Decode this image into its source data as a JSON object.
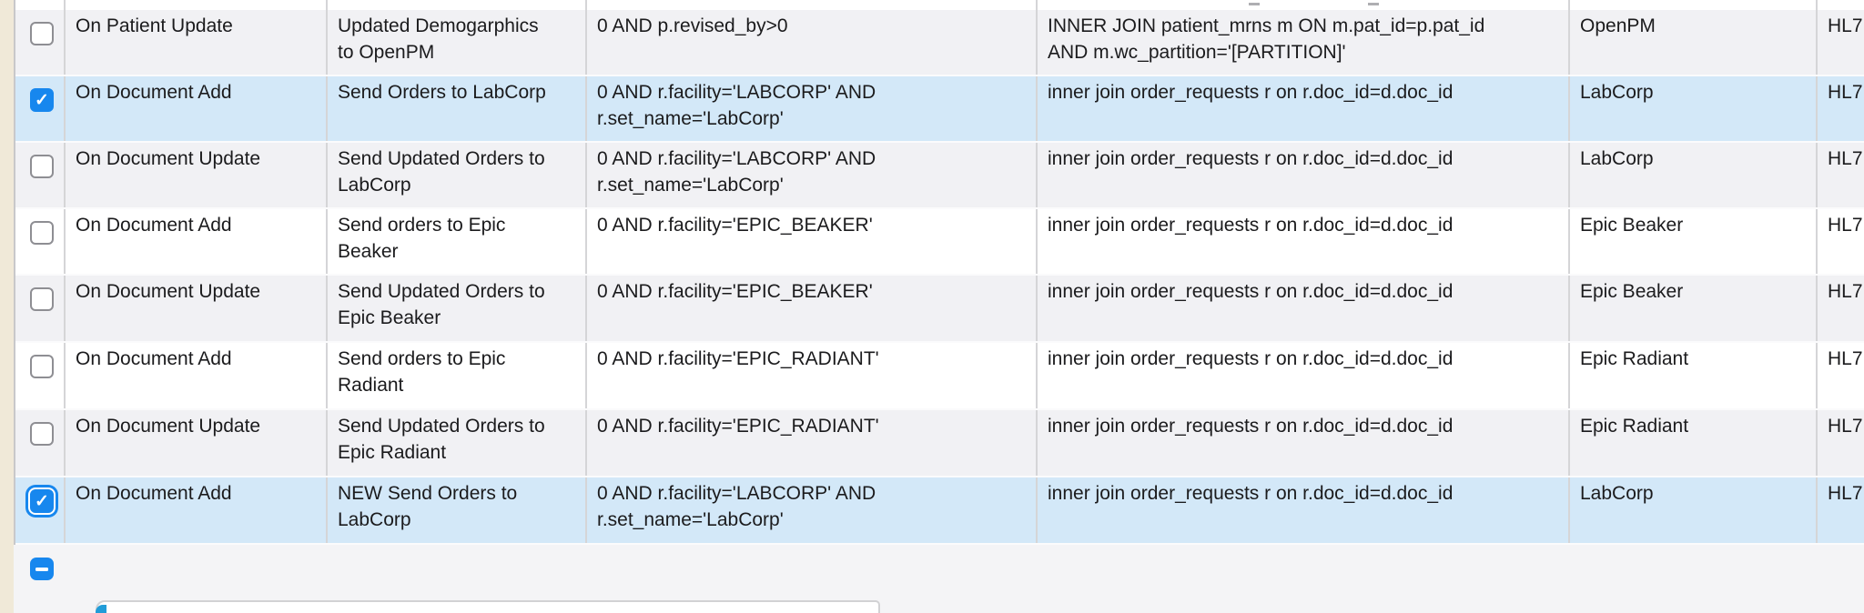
{
  "page": {
    "background": "#f4f4f6",
    "left_margin_color": "#f0e9d8"
  },
  "colors": {
    "row_gray": "#f1f1f4",
    "row_white": "#ffffff",
    "row_selected": "#d3e8f8",
    "checkbox_blue": "#1787ee",
    "panel_accent_blue": "#219cd8",
    "grid_line": "#d5d5d7",
    "text": "#1b1b1d"
  },
  "icons": {
    "checkbox_checked": "checkmark-icon",
    "checkmark_glyph": "✓",
    "remove_button": "minus-icon"
  },
  "table": {
    "rows": [
      {
        "zebra": "gray",
        "selected": false,
        "checked": false,
        "focused": false,
        "event": "On Patient Update",
        "description": "Updated Demogarphics to OpenPM",
        "condition": "0 AND p.revised_by>0",
        "join": "INNER JOIN patient_mrns m ON m.pat_id=p.pat_id AND m.wc_partition='[PARTITION]'",
        "target": "OpenPM",
        "format": "HL7"
      },
      {
        "zebra": "white",
        "selected": true,
        "checked": true,
        "focused": false,
        "event": "On Document Add",
        "description": "Send Orders to LabCorp",
        "condition": "0 AND r.facility='LABCORP' AND r.set_name='LabCorp'",
        "join": "inner join order_requests r on r.doc_id=d.doc_id",
        "target": "LabCorp",
        "format": "HL7"
      },
      {
        "zebra": "gray",
        "selected": false,
        "checked": false,
        "focused": false,
        "event": "On Document Update",
        "description": "Send Updated Orders to LabCorp",
        "condition": "0 AND r.facility='LABCORP' AND r.set_name='LabCorp'",
        "join": "inner join order_requests r on r.doc_id=d.doc_id",
        "target": "LabCorp",
        "format": "HL7"
      },
      {
        "zebra": "white",
        "selected": false,
        "checked": false,
        "focused": false,
        "event": "On Document Add",
        "description": "Send orders to Epic Beaker",
        "condition": "0 AND r.facility='EPIC_BEAKER'",
        "join": "inner join order_requests r on r.doc_id=d.doc_id",
        "target": "Epic Beaker",
        "format": "HL7"
      },
      {
        "zebra": "gray",
        "selected": false,
        "checked": false,
        "focused": false,
        "event": "On Document Update",
        "description": "Send Updated Orders to Epic Beaker",
        "condition": "0 AND r.facility='EPIC_BEAKER'",
        "join": "inner join order_requests r on r.doc_id=d.doc_id",
        "target": "Epic Beaker",
        "format": "HL7"
      },
      {
        "zebra": "white",
        "selected": false,
        "checked": false,
        "focused": false,
        "event": "On Document Add",
        "description": "Send orders to Epic Radiant",
        "condition": "0 AND r.facility='EPIC_RADIANT'",
        "join": "inner join order_requests r on r.doc_id=d.doc_id",
        "target": "Epic Radiant",
        "format": "HL7"
      },
      {
        "zebra": "gray",
        "selected": false,
        "checked": false,
        "focused": false,
        "event": "On Document Update",
        "description": "Send Updated Orders to Epic Radiant",
        "condition": "0 AND r.facility='EPIC_RADIANT'",
        "join": "inner join order_requests r on r.doc_id=d.doc_id",
        "target": "Epic Radiant",
        "format": "HL7"
      },
      {
        "zebra": "white",
        "selected": true,
        "checked": true,
        "focused": true,
        "event": "On Document Add",
        "description": "NEW Send Orders to LabCorp",
        "condition": "0 AND r.facility='LABCORP' AND r.set_name='LabCorp'",
        "join": "inner join order_requests r on r.doc_id=d.doc_id",
        "target": "LabCorp",
        "format": "HL7"
      }
    ]
  }
}
